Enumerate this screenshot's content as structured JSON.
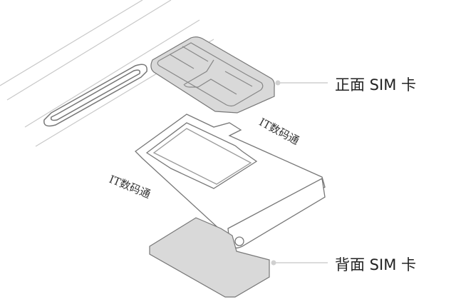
{
  "labels": {
    "front_sim": "正面 SIM 卡",
    "back_sim": "背面 SIM 卡"
  },
  "watermarks": [
    "IT数码通",
    "IT数码通"
  ],
  "colors": {
    "sim_fill": "#d9d9d9",
    "outline": "#777777",
    "leader": "#cccccc",
    "phone_line": "#c8c8c8"
  }
}
